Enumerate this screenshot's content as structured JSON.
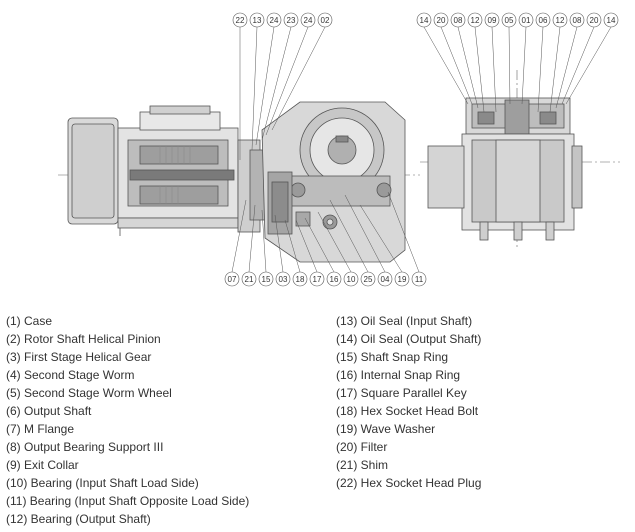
{
  "callouts_top_left": [
    "22",
    "13",
    "24",
    "23",
    "24",
    "02"
  ],
  "callouts_top_right": [
    "14",
    "20",
    "08",
    "12",
    "09",
    "05",
    "01",
    "06",
    "12",
    "08",
    "20",
    "14"
  ],
  "callouts_bottom": [
    "07",
    "21",
    "15",
    "03",
    "18",
    "17",
    "16",
    "10",
    "25",
    "04",
    "19",
    "11"
  ],
  "legend_left": [
    "(1) Case",
    "(2) Rotor Shaft Helical Pinion",
    "(3) First Stage Helical Gear",
    "(4) Second Stage Worm",
    "(5) Second Stage Worm Wheel",
    "(6) Output Shaft",
    "(7) M Flange",
    "(8) Output Bearing Support III",
    "(9) Exit Collar",
    "(10) Bearing (Input Shaft Load Side)",
    "(11) Bearing (Input Shaft Opposite Load Side)",
    "(12) Bearing (Output Shaft)"
  ],
  "legend_right": [
    "(13) Oil Seal (Input Shaft)",
    "(14) Oil Seal (Output Shaft)",
    "(15) Shaft Snap Ring",
    "(16) Internal Snap Ring",
    "(17) Square Parallel Key",
    "(18) Hex Socket Head Bolt",
    "(19) Wave Washer",
    "(20) Filter",
    "(21) Shim",
    "(22) Hex Socket Head Plug"
  ]
}
